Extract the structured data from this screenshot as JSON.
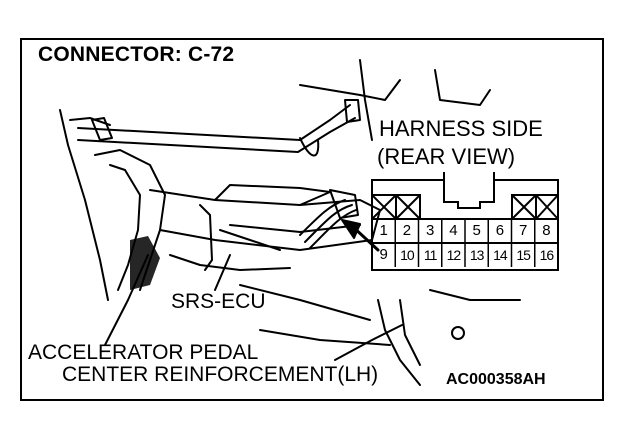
{
  "title": "CONNECTOR: C-72",
  "view_label_line1": "HARNESS SIDE",
  "view_label_line2": "(REAR VIEW)",
  "component_label": "SRS-ECU",
  "pedal_label": "ACCELERATOR PEDAL",
  "reinforcement_label": "CENTER REINFORCEMENT(LH)",
  "figure_code": "AC000358AH",
  "connector": {
    "top_row": [
      "",
      "",
      "1",
      "2",
      "3",
      "4",
      "5",
      "6",
      "7",
      "8"
    ],
    "pins_top": [
      "1",
      "2",
      "3",
      "4",
      "5",
      "6",
      "7",
      "8"
    ],
    "pins_bottom": [
      "9",
      "10",
      "11",
      "12",
      "13",
      "14",
      "15",
      "16"
    ]
  }
}
